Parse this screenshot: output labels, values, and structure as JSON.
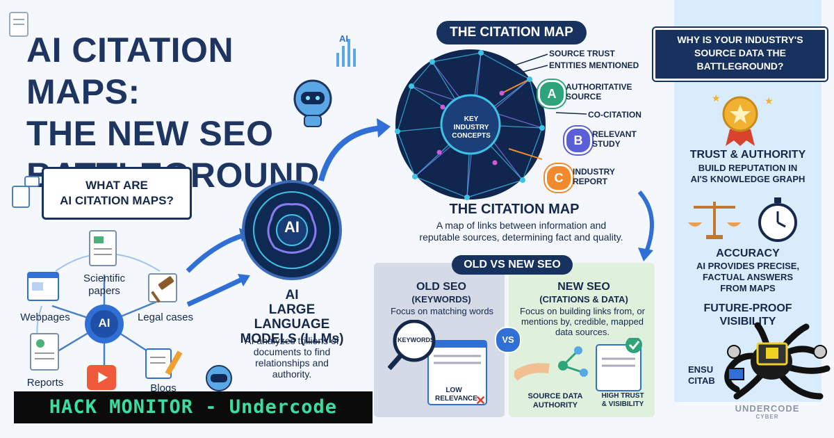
{
  "main_title": [
    "AI CITATION MAPS:",
    "THE NEW SEO",
    "BATTLEGROUND"
  ],
  "what_are": [
    "WHAT ARE",
    "AI CITATION MAPS?"
  ],
  "hub_label": "AI",
  "sources": {
    "scientific": [
      "Scientific",
      "papers"
    ],
    "webpages": "Webpages",
    "legal": "Legal cases",
    "reports": "Reports",
    "blogs": "Blogs"
  },
  "llm": {
    "chip": "AI",
    "title": [
      "AI",
      "LARGE LANGUAGE",
      "MODELS (LLMs)"
    ],
    "desc": [
      "AI analyzes trillions of",
      "documents to find",
      "relationships and",
      "authority."
    ]
  },
  "citation_map": {
    "banner": "THE CITATION MAP",
    "center": [
      "KEY",
      "INDUSTRY",
      "CONCEPTS"
    ],
    "callouts": [
      "SOURCE TRUST",
      "ENTITIES MENTIONED",
      "CO-CITATION"
    ],
    "nodes": [
      {
        "letter": "A",
        "label": [
          "AUTHORITATIVE",
          "SOURCE"
        ],
        "color": "#2fa37a"
      },
      {
        "letter": "B",
        "label": [
          "RELEVANT",
          "STUDY"
        ],
        "color": "#5a5fd8"
      },
      {
        "letter": "C",
        "label": [
          "INDUSTRY",
          "REPORT"
        ],
        "color": "#f08a2c"
      }
    ],
    "heading": "THE CITATION MAP",
    "desc": [
      "A map of links between information and",
      "reputable sources, determining fact and quality."
    ]
  },
  "old_vs_new": {
    "banner": "OLD VS NEW SEO",
    "vs": "VS",
    "old": {
      "title": [
        "OLD SEO",
        "(KEYWORDS)"
      ],
      "desc": "Focus on matching words",
      "keyword_tag": "KEYWORDS",
      "result": [
        "LOW",
        "RELEVANCE"
      ]
    },
    "new": {
      "title": [
        "NEW SEO",
        "(CITATIONS & DATA)"
      ],
      "desc": [
        "Focus on building links from, or",
        "mentions by, credible, mapped",
        "data sources."
      ],
      "authority": [
        "SOURCE DATA",
        "AUTHORITY"
      ],
      "trust": [
        "HIGH TRUST",
        "& VISIBILITY"
      ]
    }
  },
  "why": {
    "banner": [
      "WHY IS YOUR INDUSTRY'S",
      "SOURCE DATA THE",
      "BATTLEGROUND?"
    ],
    "trust_title": "TRUST & AUTHORITY",
    "trust_desc": [
      "BUILD REPUTATION IN",
      "AI'S KNOWLEDGE GRAPH"
    ],
    "accuracy_title": "ACCURACY",
    "accuracy_desc": [
      "AI PROVIDES PRECISE,",
      "FACTUAL ANSWERS",
      "FROM MAPS"
    ],
    "future_title": [
      "FUTURE-PROOF",
      "VISIBILITY"
    ],
    "future_desc": [
      "ENSU",
      "CITAB"
    ]
  },
  "watermark": "HACK MONITOR - Undercode",
  "logo_text": [
    "UNDERCODE",
    "CYBER"
  ],
  "colors": {
    "navy": "#17325e",
    "accent_blue": "#2f6fd6",
    "old_panel": "#d5dbe6",
    "new_panel": "#dff1dc",
    "right_col": "#d9ecfb",
    "hack_green": "#38e0a0"
  }
}
